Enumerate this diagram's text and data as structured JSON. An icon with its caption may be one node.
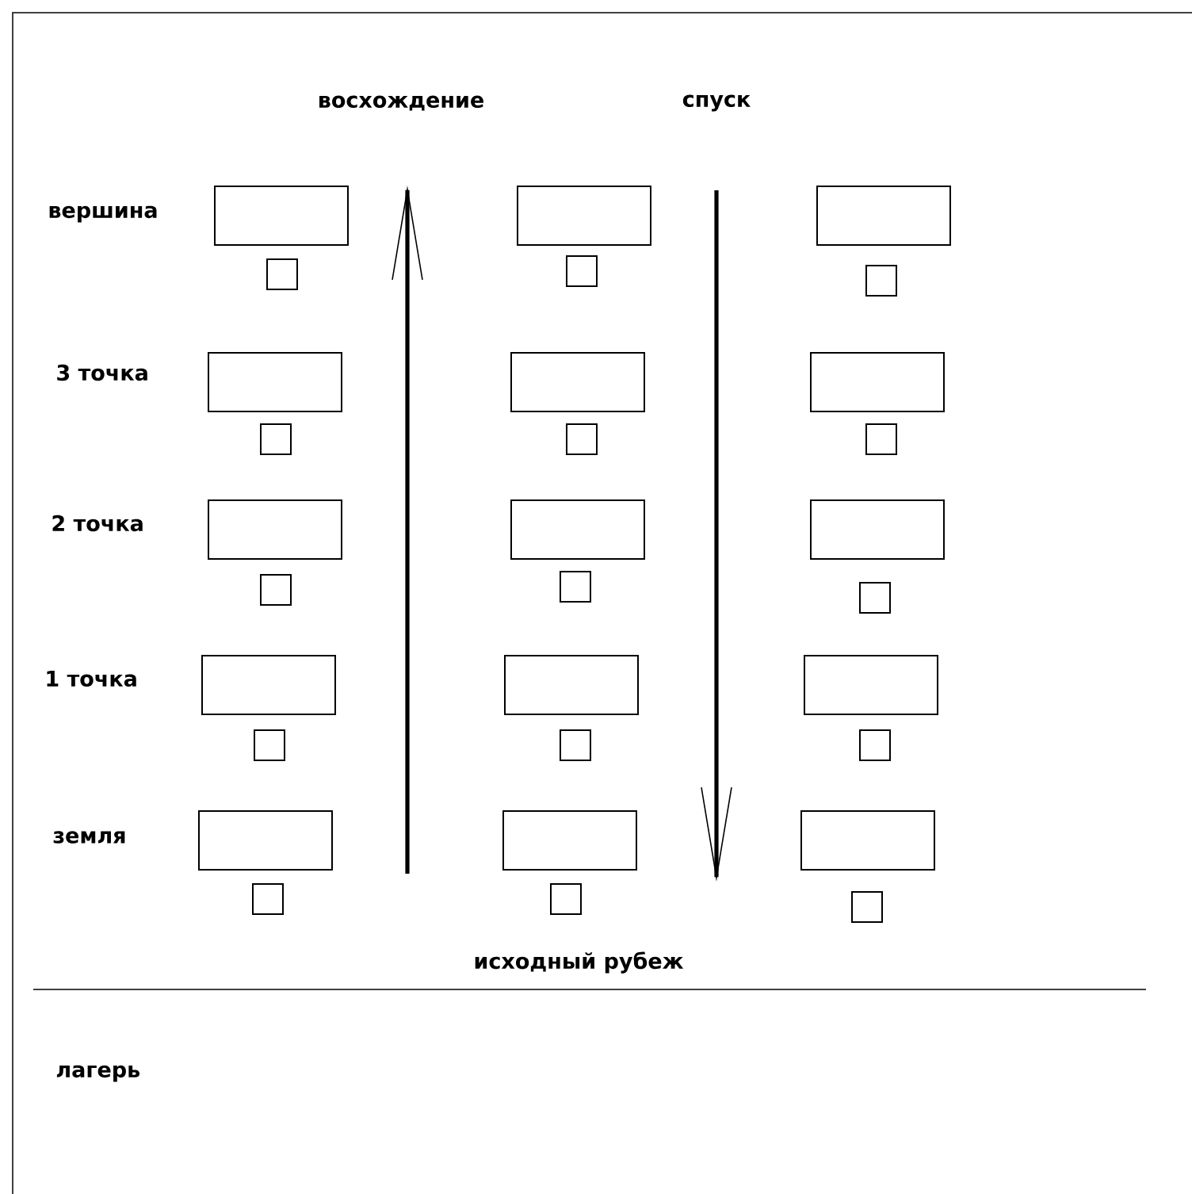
{
  "diagram": {
    "nodes": [
      {
        "text": [],
        "shape": "box"
      },
      {
        "text": [],
        "shape": "box"
      },
      {
        "text": [],
        "shape": "box"
      },
      {
        "text": [],
        "shape": "box"
      },
      {
        "text": [],
        "shape": "box"
      },
      {
        "text": [],
        "shape": "box"
      },
      {
        "text": [],
        "shape": "box"
      },
      {
        "text": [],
        "shape": "box"
      },
      {
        "text": [],
        "shape": "box"
      },
      {
        "text": [],
        "shape": "box"
      },
      {
        "text": [],
        "shape": "box"
      },
      {
        "text": [],
        "shape": "box"
      },
      {
        "text": [],
        "shape": "box"
      },
      {
        "text": [],
        "shape": "box"
      },
      {
        "text": [],
        "shape": "box"
      },
      {
        "text": [],
        "shape": "box"
      },
      {
        "text": [],
        "shape": "box"
      },
      {
        "text": [],
        "shape": "box"
      },
      {
        "text": [],
        "shape": "box"
      },
      {
        "text": [],
        "shape": "box"
      },
      {
        "text": [],
        "shape": "box"
      },
      {
        "text": [],
        "shape": "box"
      },
      {
        "text": [],
        "shape": "box"
      },
      {
        "text": [],
        "shape": "box"
      },
      {
        "text": [],
        "shape": "box"
      },
      {
        "text": [],
        "shape": "box"
      },
      {
        "text": [],
        "shape": "box"
      },
      {
        "text": [],
        "shape": "box"
      },
      {
        "text": [],
        "shape": "box"
      },
      {
        "text": [],
        "shape": "box"
      }
    ],
    "labels": [
      "восхождение",
      "спуск",
      "вершина",
      "3 точка",
      "2 точка",
      "1 точка",
      "земля",
      "исходный рубеж",
      "лагерь"
    ]
  }
}
